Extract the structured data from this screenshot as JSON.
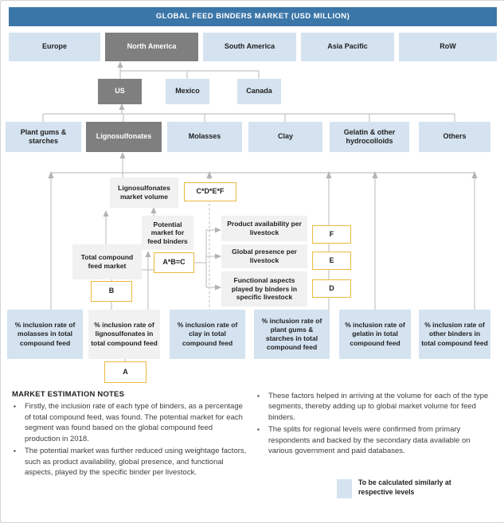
{
  "header": {
    "title": "GLOBAL FEED BINDERS MARKET (USD MILLION)"
  },
  "regions": [
    {
      "label": "Europe",
      "highlighted": false
    },
    {
      "label": "North America",
      "highlighted": true
    },
    {
      "label": "South America",
      "highlighted": false
    },
    {
      "label": "Asia Pacific",
      "highlighted": false
    },
    {
      "label": "RoW",
      "highlighted": false
    }
  ],
  "countries": [
    {
      "label": "US",
      "highlighted": true
    },
    {
      "label": "Mexico",
      "highlighted": false
    },
    {
      "label": "Canada",
      "highlighted": false
    }
  ],
  "segments": [
    {
      "label": "Plant gums & starches",
      "highlighted": false
    },
    {
      "label": "Lignosulfonates",
      "highlighted": true
    },
    {
      "label": "Molasses",
      "highlighted": false
    },
    {
      "label": "Clay",
      "highlighted": false
    },
    {
      "label": "Gelatin & other hydrocolloids",
      "highlighted": false
    },
    {
      "label": "Others",
      "highlighted": false
    }
  ],
  "flow": {
    "market_volume": "Lignosulfonates market volume",
    "cdef": "C*D*E*F",
    "potential_market": "Potential market for feed binders",
    "abc": "A*B=C",
    "total_market": "Total compound feed market",
    "a": "A",
    "b": "B",
    "d": "D",
    "e": "E",
    "f": "F",
    "factors": [
      {
        "label": "Product availability per livestock"
      },
      {
        "label": "Global presence per livestock"
      },
      {
        "label": "Functional aspects played by binders in specific livestock"
      }
    ]
  },
  "inclusion_rates": [
    {
      "label": "% inclusion rate of molasses in total compound feed",
      "style": "blue"
    },
    {
      "label": "% inclusion rate of lignosulfonates in total compound feed",
      "style": "gray"
    },
    {
      "label": "% inclusion rate of clay in total compound feed",
      "style": "blue"
    },
    {
      "label": "% inclusion rate of plant gums & starches in total compound feed",
      "style": "blue"
    },
    {
      "label": "% inclusion rate of gelatin in total compound feed",
      "style": "blue"
    },
    {
      "label": "% inclusion rate of other binders in total compound feed",
      "style": "blue"
    }
  ],
  "notes": {
    "title": "MARKET ESTIMATION NOTES",
    "left_bullets": [
      "Firstly, the inclusion rate of each type of binders, as a percentage of total compound feed, was found. The potential market for each segment was found based on the global compound feed production in 2018.",
      "The potential market was further reduced using weightage factors, such as product availability, global presence, and functional aspects, played by the specific binder per livestock."
    ],
    "right_bullets": [
      "These factors helped in arriving at the volume for each of the type segments, thereby adding up to global market volume for feed binders.",
      "The splits for regional levels were confirmed from primary respondents and backed by the secondary data available on various government and paid databases."
    ]
  },
  "legend": {
    "label": "To be calculated similarly at respective levels"
  },
  "colors": {
    "header_blue": "#3b76a8",
    "box_blue": "#d5e3f0",
    "box_dark_gray": "#7f7f7f",
    "box_light_gray": "#f1f1f2",
    "accent_gold": "#ecb93d",
    "connector_gray": "#c4c4c4"
  }
}
